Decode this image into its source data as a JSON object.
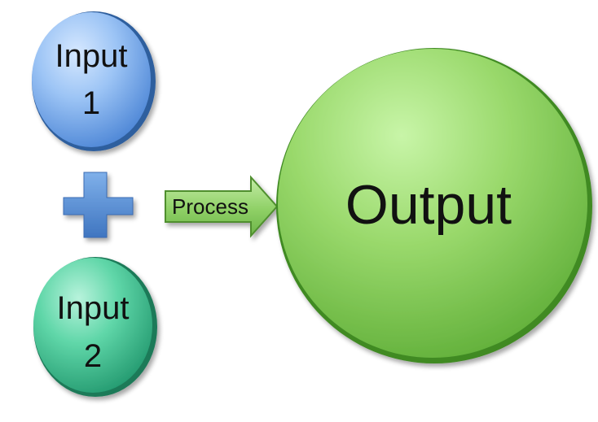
{
  "input1": {
    "line1": "Input",
    "line2": "1"
  },
  "input2": {
    "line1": "Input",
    "line2": "2"
  },
  "operator": {
    "icon": "plus-icon",
    "color": "#4f86c9"
  },
  "process": {
    "label": "Process",
    "color": "#8cd46a"
  },
  "output": {
    "label": "Output",
    "color": "#8fd45a"
  },
  "colors": {
    "input1": "#8ab6f0",
    "input2": "#5ed6a6",
    "output_edge": "#4e9a2e"
  }
}
